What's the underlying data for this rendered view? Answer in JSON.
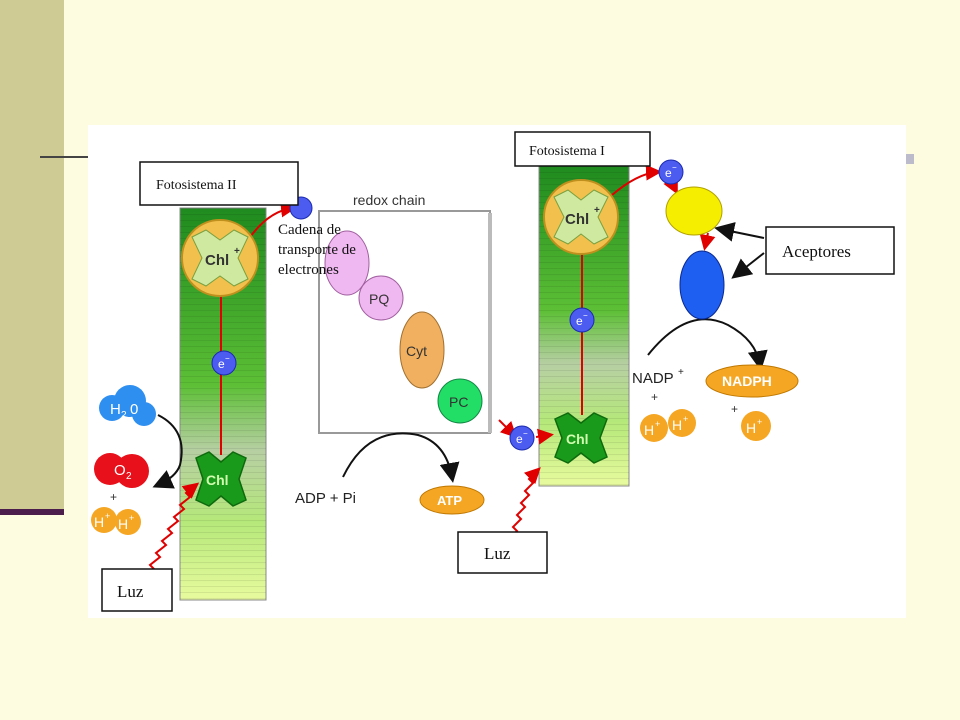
{
  "labels": {
    "photosystem_ii": "Fotosistema II",
    "photosystem_i": "Fotosistema I",
    "redox_chain": "redox chain",
    "transport_chain_line1": "Cadena de",
    "transport_chain_line2": "transporte de",
    "transport_chain_line3": "electrones",
    "acceptors": "Aceptores",
    "light_ps2": "Luz",
    "light_ps1": "Luz"
  },
  "molecules": {
    "chl_excited": "Chl",
    "chl_excited_sup": "+",
    "chl_excited_ps1": "Chl",
    "chl_excited_ps1_sup": "+",
    "chl_ground_ps2": "Chl",
    "chl_ground_ps1": "Chl",
    "electron": "e",
    "electron_sup": "−",
    "pq": "PQ",
    "cyt": "Cyt",
    "pc": "PC",
    "water": "H",
    "water_sub": "2",
    "water_o": "0",
    "oxygen": "O",
    "oxygen_sub": "2",
    "plus": "+",
    "proton": "H",
    "proton_sup": "+",
    "adp": "ADP + Pi",
    "atp": "ATP",
    "nadp": "NADP",
    "nadp_sup": "+",
    "nadph": "NADPH"
  },
  "colors": {
    "background": "#fdfbe0",
    "sidebar": "#cfcb95",
    "green_dark": "#1f8f1f",
    "green_light": "#d8f49a",
    "electron": "#4d5cf0",
    "chl_excited_fill": "#f2c04c",
    "chl_green": "#1a9a1a",
    "pink": "#f0b8f0",
    "cyt": "#f0b060",
    "pc": "#22dd66",
    "arrow_red": "#e00000",
    "acceptor_yellow": "#f6ee00",
    "acceptor_blue": "#1e5ef0",
    "orange": "#f5a623",
    "water_blue": "#2f8ff0",
    "oxygen_red": "#e8101a"
  }
}
